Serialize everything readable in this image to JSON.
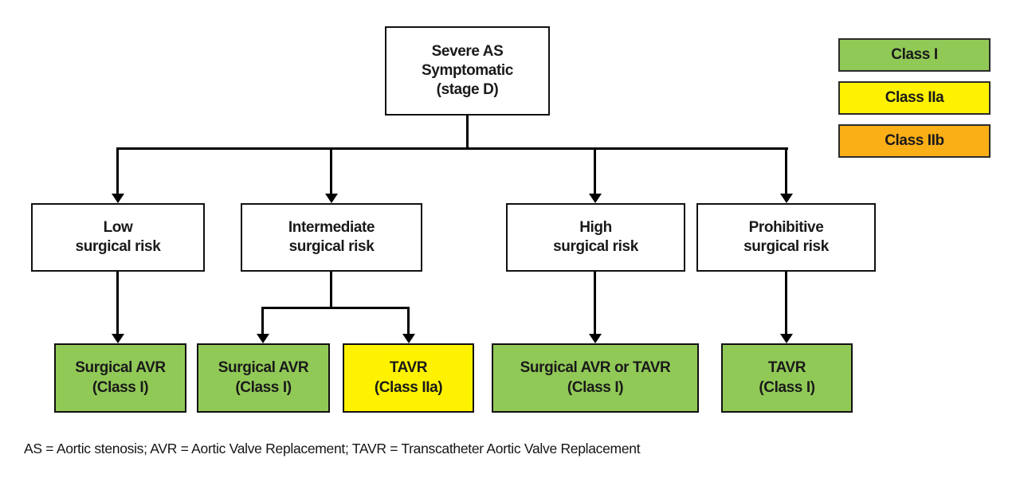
{
  "flowchart": {
    "root": {
      "label": "Severe AS\nSymptomatic\n(stage D)"
    },
    "risk_nodes": [
      {
        "id": "low",
        "label": "Low\nsurgical risk"
      },
      {
        "id": "intermediate",
        "label": "Intermediate\nsurgical risk"
      },
      {
        "id": "high",
        "label": "High\nsurgical risk"
      },
      {
        "id": "prohibitive",
        "label": "Prohibitive\nsurgical risk"
      }
    ],
    "outcome_nodes": [
      {
        "id": "savr-low",
        "label": "Surgical AVR\n(Class I)",
        "recommendation_class": "Class I",
        "color": "#91C957"
      },
      {
        "id": "savr-intermediate",
        "label": "Surgical AVR\n(Class I)",
        "recommendation_class": "Class I",
        "color": "#91C957"
      },
      {
        "id": "tavr-intermediate",
        "label": "TAVR\n(Class IIa)",
        "recommendation_class": "Class IIa",
        "color": "#FFF200"
      },
      {
        "id": "savr-or-tavr-high",
        "label": "Surgical AVR or TAVR\n(Class I)",
        "recommendation_class": "Class I",
        "color": "#91C957"
      },
      {
        "id": "tavr-prohibitive",
        "label": "TAVR\n(Class I)",
        "recommendation_class": "Class I",
        "color": "#91C957"
      }
    ]
  },
  "legend": {
    "items": [
      {
        "label": "Class I",
        "color": "#91C957"
      },
      {
        "label": "Class IIa",
        "color": "#FFF200"
      },
      {
        "label": "Class IIb",
        "color": "#FBAF17"
      }
    ]
  },
  "footer": "AS = Aortic stenosis; AVR = Aortic Valve Replacement; TAVR = Transcatheter Aortic Valve Replacement",
  "colors": {
    "class_i": "#91C957",
    "class_iia": "#FFF200",
    "class_iib": "#FBAF17",
    "line": "#000000",
    "box_background": "#FFFFFF"
  }
}
